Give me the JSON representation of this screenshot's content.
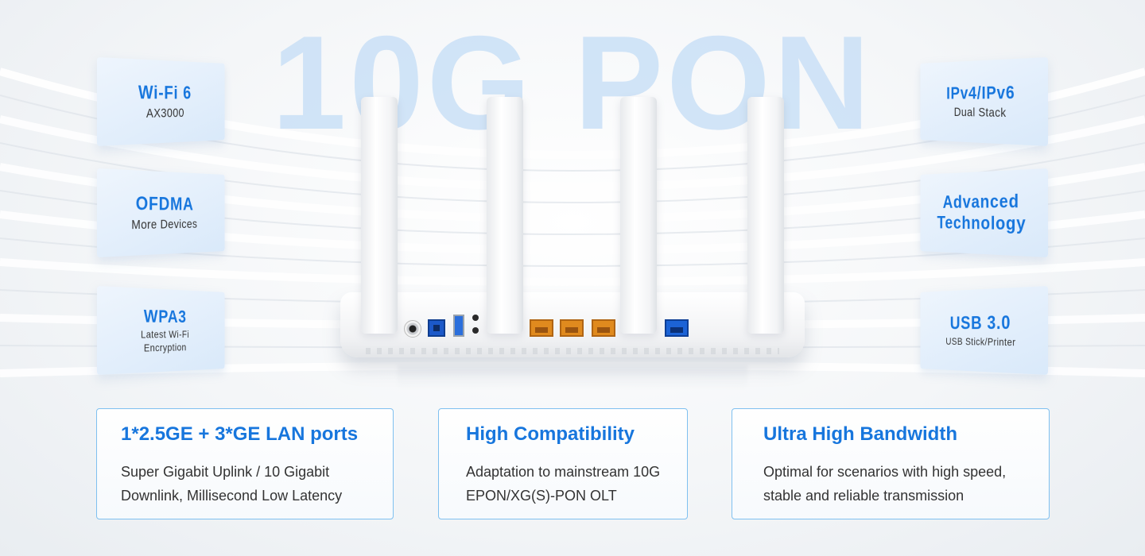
{
  "hero": {
    "title": "10G PON"
  },
  "features_left": [
    {
      "main": "Wi-Fi 6",
      "sub": "AX3000"
    },
    {
      "main": "OFDMA",
      "sub": "More Devices"
    },
    {
      "main": "WPA3",
      "sub": "Latest Wi-Fi Encryption"
    }
  ],
  "features_right": [
    {
      "main": "IPv4/IPv6",
      "sub": "Dual Stack"
    },
    {
      "main": "Advanced Technology",
      "sub": ""
    },
    {
      "main": "USB 3.0",
      "sub": "USB Stick/Printer"
    }
  ],
  "info_boxes": [
    {
      "title": "1*2.5GE + 3*GE LAN ports",
      "text": "Super Gigabit Uplink / 10 Gigabit Downlink, Millisecond Low Latency"
    },
    {
      "title": "High Compatibility",
      "text": "Adaptation to mainstream 10G EPON/XG(S)-PON OLT"
    },
    {
      "title": "Ultra High Bandwidth",
      "text": "Optimal for scenarios with high speed, stable and reliable transmission"
    }
  ],
  "colors": {
    "accent": "#1776dd",
    "border": "#7fc0f0",
    "lan_port": "#e08a1e",
    "wan_port": "#1c63d6"
  },
  "icons": [
    "router-image",
    "antenna",
    "lan-port",
    "wan-port",
    "usb-port",
    "pon-port",
    "power-jack"
  ]
}
